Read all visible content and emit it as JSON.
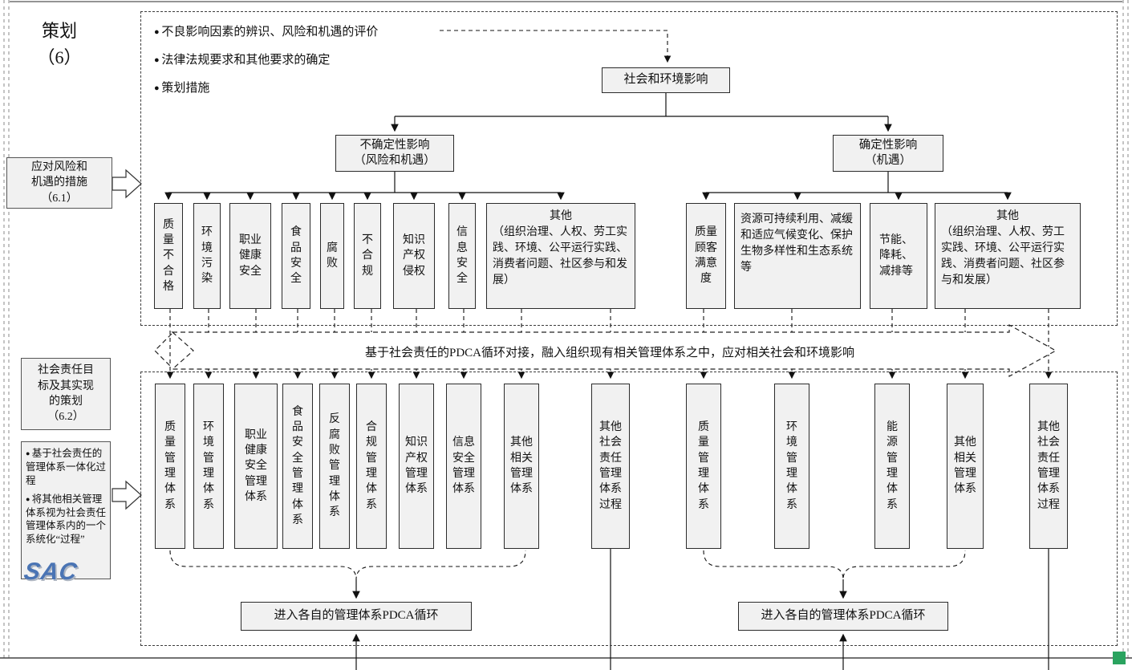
{
  "header": {
    "section_title": "策划",
    "section_number": "（6）"
  },
  "colors": {
    "box_fill": "#f1f1f1",
    "corner_mark_green": "#2aa35f",
    "logo_blue": "#4a74b4"
  },
  "left_panel": {
    "measures_lines": [
      "应对风险和",
      "机遇的措施",
      "（6.1）"
    ],
    "planning_lines": [
      "社会责任目",
      "标及其实现",
      "的策划",
      "（6.2）"
    ],
    "notes": [
      "基于社会责任的管理体系一体化过程",
      "将其他相关管理体系视为社会责任管理体系内的一个系统化“过程”"
    ],
    "logo_text": "SAC"
  },
  "top_section": {
    "bullets": [
      "不良影响因素的辨识、风险和机遇的评价",
      "法律法规要求和其他要求的确定",
      "策划措施"
    ],
    "root_box": "社会和环境影响",
    "uncertain_box": {
      "line1": "不确定性影响",
      "line2": "（风险和机遇）"
    },
    "certain_box": {
      "line1": "确定性影响",
      "line2": "（机遇）"
    },
    "uncertain_items": [
      "质量不合格",
      "环境污染",
      "职业健康安全",
      "食品安全",
      "腐败",
      "不合规",
      "知识产权侵权",
      "信息安全"
    ],
    "uncertain_other": {
      "title": "其他",
      "body": "（组织治理、人权、劳工实践、环境、公平运行实践、消费者问题、社区参与和发展）"
    },
    "certain_items": {
      "quality": "质量顾客满意度",
      "resources": "资源可持续利用、减缓和适应气候变化、保护生物多样性和生态系统等",
      "energy": "节能、降耗、减排等",
      "other_title": "其他",
      "other_body": "（组织治理、人权、劳工实践、环境、公平运行实践、消费者问题、社区参与和发展）"
    }
  },
  "band": {
    "text": "基于社会责任的PDCA循环对接，融入组织现有相关管理体系之中，应对相关社会和环境影响"
  },
  "bottom_section": {
    "group1": [
      "质量管理体系",
      "环境管理体系",
      "职业健康安全管理体系",
      "食品安全管理体系",
      "反腐败管理体系",
      "合规管理体系",
      "知识产权管理体系",
      "信息安全管理体系",
      "其他相关管理体系",
      "其他社会责任管理体系过程"
    ],
    "group2": [
      "质量管理体系",
      "环境管理体系",
      "能源管理体系",
      "其他相关管理体系",
      "其他社会责任管理体系过程"
    ],
    "pdca_left": "进入各自的管理体系PDCA循环",
    "pdca_right": "进入各自的管理体系PDCA循环"
  }
}
